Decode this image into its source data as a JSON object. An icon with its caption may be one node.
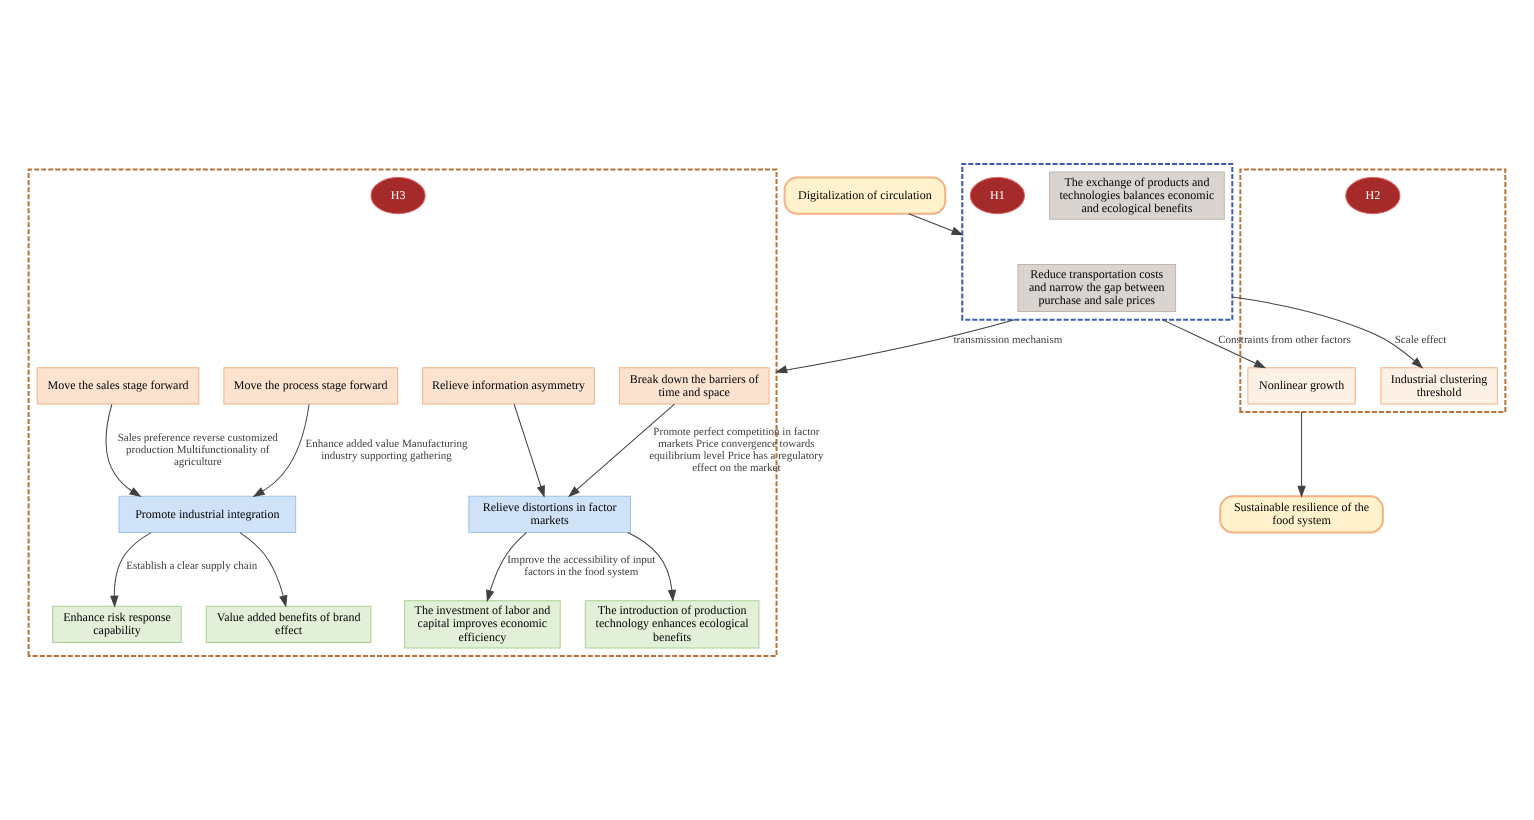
{
  "diagram": {
    "nodes": [
      {
        "text": [],
        "shape": "box"
      },
      {
        "text": [
          "Break down the barriers of time and space"
        ],
        "in": 0
      },
      {
        "text": [
          "Relieve information asymmetry"
        ],
        "in": 0
      },
      {
        "text": [
          "Move the process stage forward"
        ],
        "in": 0
      },
      {
        "text": [
          "Move the sales stage forward"
        ],
        "in": 0
      },
      {
        "text": [
          "Relieve distortions in factor markets"
        ],
        "in": 0
      },
      {
        "text": [
          "Promote industrial integration"
        ],
        "in": 0
      },
      {
        "text": [
          "The investment of labor and capital improves economic efficiency"
        ],
        "in": 0
      },
      {
        "text": [
          "The introduction of production technology enhances ecological benefits"
        ],
        "in": 0
      },
      {
        "text": [
          "Enhance risk response capability"
        ],
        "in": 0
      },
      {
        "text": [
          "Value added benefits of brand effect"
        ],
        "in": 0
      },
      {
        "text": [
          "H3"
        ],
        "in": 0
      },
      {
        "text": [
          "Digitalization of circulation"
        ]
      },
      {
        "text": [],
        "shape": "box"
      },
      {
        "text": [
          "Reduce transportation costs and narrow the gap between purchase and sale prices"
        ],
        "in": 13
      },
      {
        "text": [
          "The exchange of products and technologies balances economic and ecological benefits"
        ],
        "in": 13
      },
      {
        "text": [
          "H1"
        ],
        "in": 13
      },
      {
        "text": [],
        "shape": "box"
      },
      {
        "text": [
          "Nonlinear growth"
        ],
        "in": 17
      },
      {
        "text": [
          "Industrial clustering threshold"
        ],
        "in": 17
      },
      {
        "text": [
          "H2"
        ],
        "in": 17
      },
      {
        "text": [
          "Sustainable resilience of the food system"
        ]
      }
    ],
    "edges": [
      {
        "from": 1,
        "to": 5,
        "arrow": "to",
        "label": "Promote perfect competition in factor markets Price convergence towards equilibrium level Price has a regulatory effect on the market"
      },
      {
        "from": 2,
        "to": 5,
        "arrow": "to"
      },
      {
        "from": 3,
        "to": 6,
        "arrow": "to",
        "label": "Enhance added value Manufacturing industry supporting gathering"
      },
      {
        "from": 4,
        "to": 6,
        "arrow": "to",
        "label": "Sales preference reverse customized production Multifunctionality of agriculture"
      },
      {
        "from": 5,
        "to": 7,
        "arrow": "to",
        "label": "Improve the accessibility of input factors in the food system"
      },
      {
        "from": 5,
        "to": 8,
        "arrow": "to"
      },
      {
        "from": 6,
        "to": 9,
        "arrow": "to",
        "label": "Establish a clear supply chain"
      },
      {
        "from": 6,
        "to": 10,
        "arrow": "to"
      },
      {
        "from": 12,
        "to": 13,
        "arrow": "to"
      },
      {
        "from": 13,
        "to": 0,
        "arrow": "to",
        "label": "transmission mechanism"
      },
      {
        "from": 13,
        "to": 18,
        "arrow": "to",
        "label": "Constraints from other factors"
      },
      {
        "from": 13,
        "to": 19,
        "arrow": "to",
        "label": "Scale effect"
      },
      {
        "from": 17,
        "to": 21,
        "arrow": "to"
      }
    ]
  }
}
